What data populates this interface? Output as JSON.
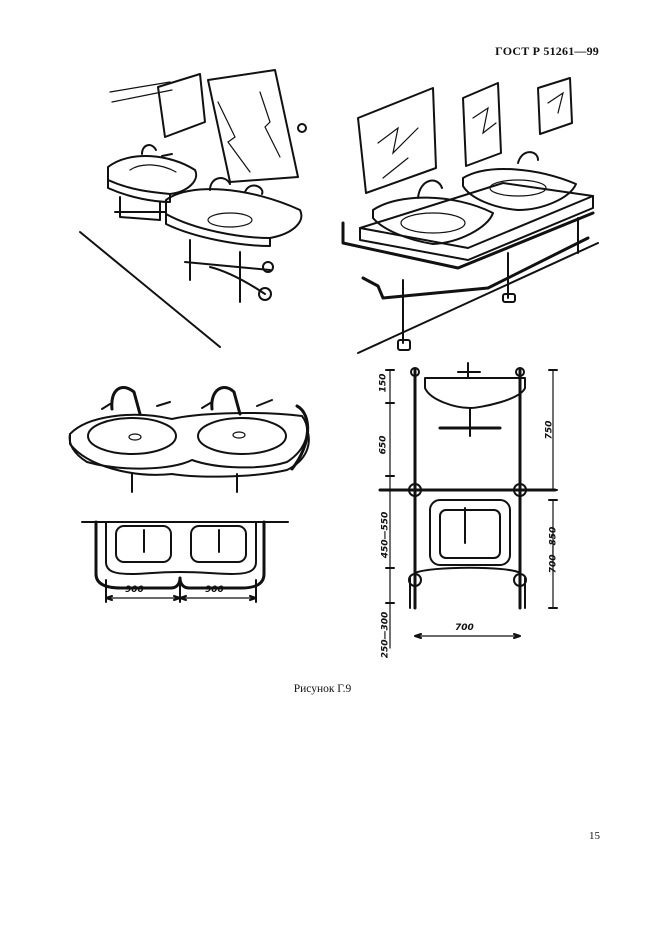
{
  "header": {
    "standard_code": "ГОСТ Р 51261—99"
  },
  "figure": {
    "caption": "Рисунок Г.9",
    "dimensions": {
      "basin_width_left": "900",
      "basin_width_right": "900",
      "top_rail_offset": "150",
      "upper_rail_gap": "650",
      "rail_height_upper": "750",
      "basin_to_rail": "450—550",
      "rail_height_lower": "700—850",
      "floor_rail_gap": "250—300",
      "frame_width": "700"
    }
  },
  "page": {
    "number": "15"
  }
}
